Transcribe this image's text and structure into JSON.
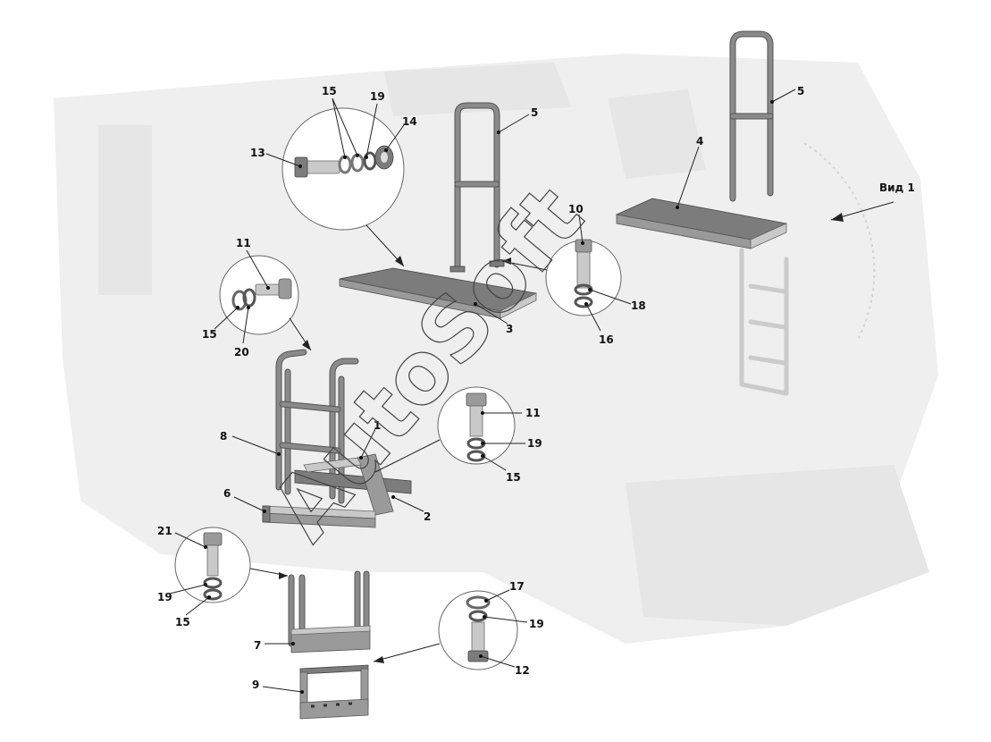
{
  "callouts": {
    "c1": "1",
    "c2": "2",
    "c3": "3",
    "c4": "4",
    "c5a": "5",
    "c5b": "5",
    "c6": "6",
    "c7": "7",
    "c8": "8",
    "c9": "9",
    "c10": "10",
    "c11a": "11",
    "c11b": "11",
    "c12": "12",
    "c13": "13",
    "c14": "14",
    "c15a": "15",
    "c15b": "15",
    "c15c": "15",
    "c15d": "15",
    "c16": "16",
    "c17": "17",
    "c18": "18",
    "c19a": "19",
    "c19b": "19",
    "c19c": "19",
    "c19d": "19",
    "c20": "20",
    "c21": "21"
  },
  "view_label": "Вид 1",
  "watermark": "AutoSoft"
}
